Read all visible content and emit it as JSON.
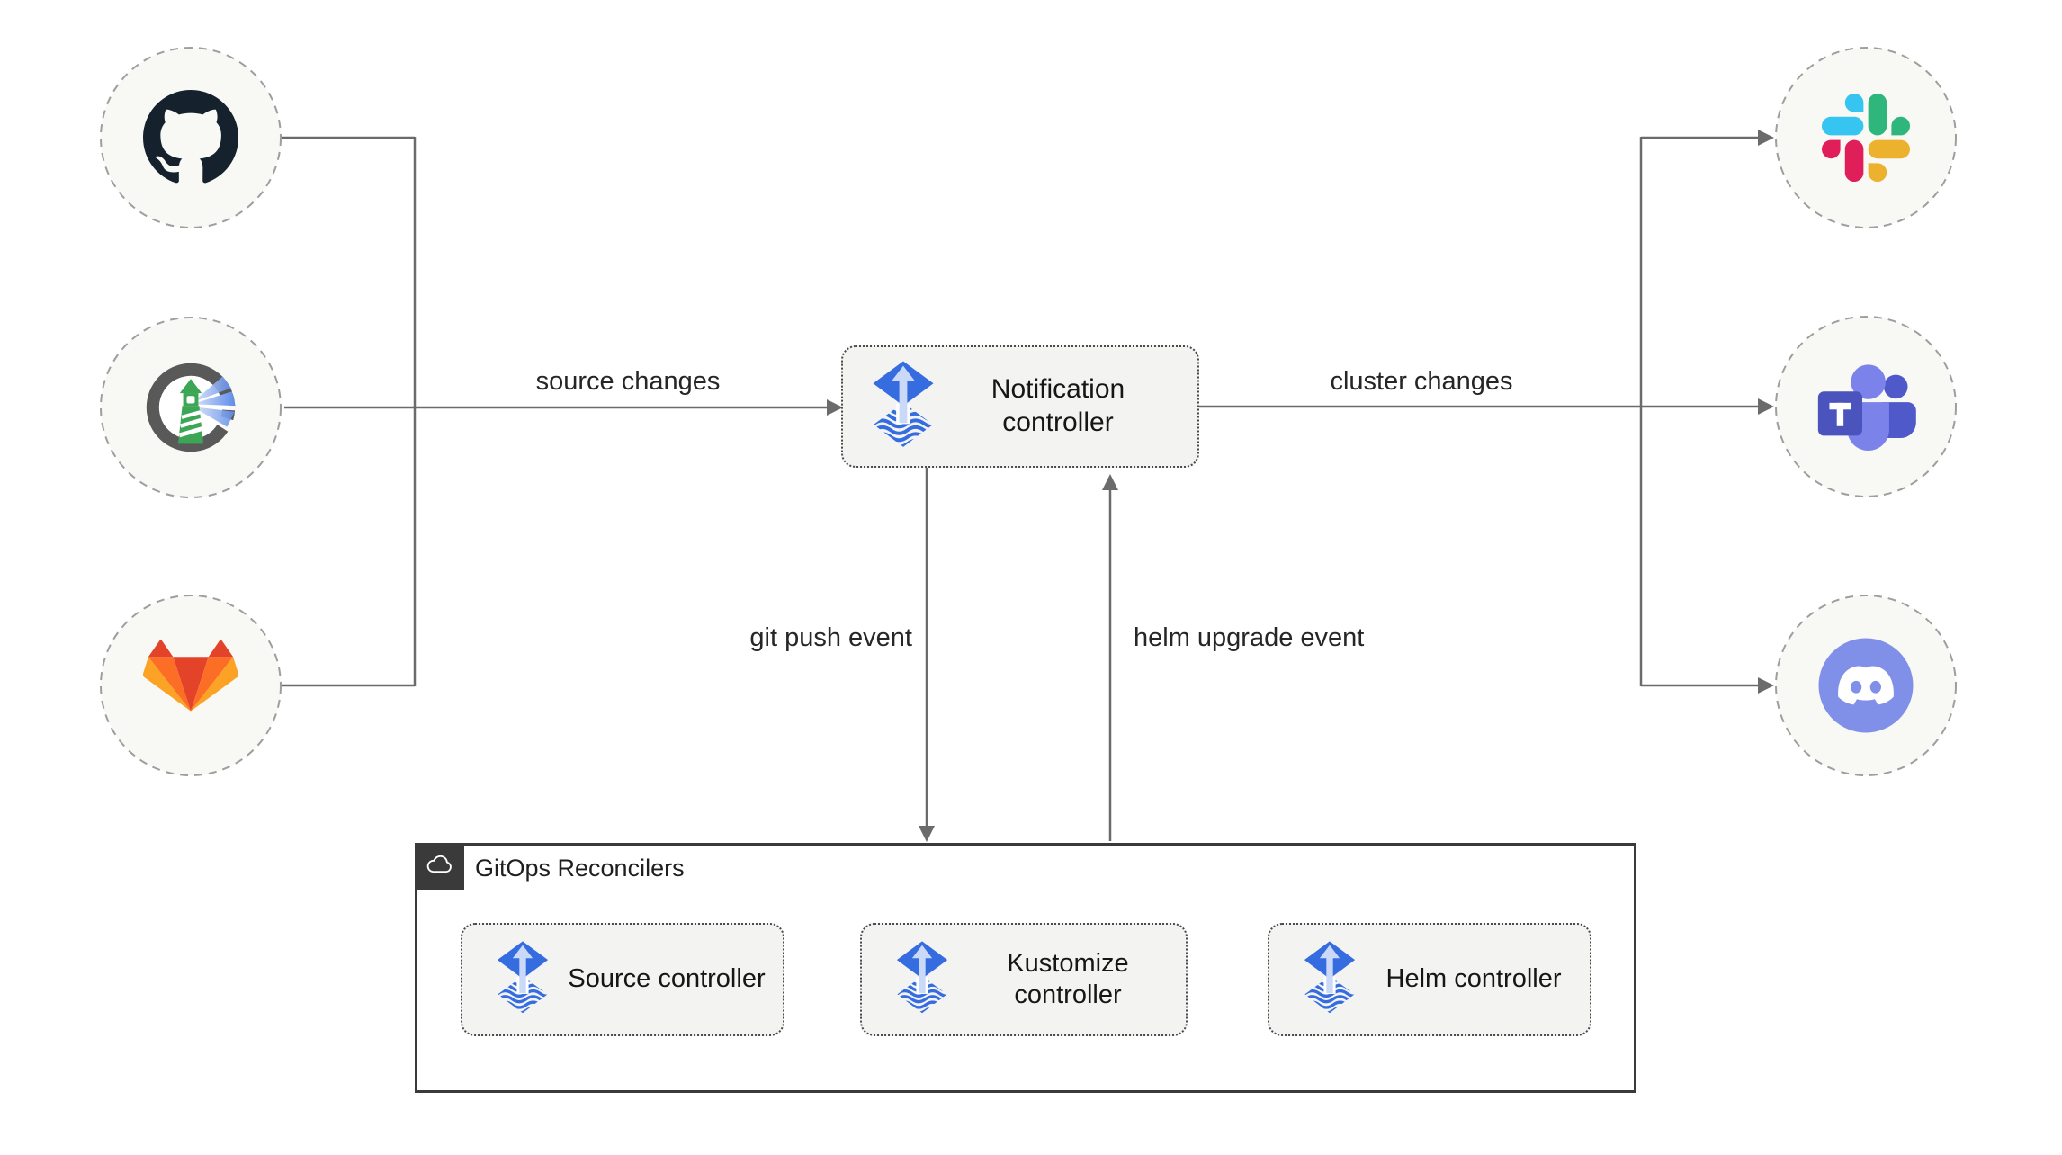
{
  "edge_labels": {
    "source_changes": "source changes",
    "cluster_changes": "cluster changes",
    "git_push_event": "git push event",
    "helm_upgrade_event": "helm upgrade event"
  },
  "notification_controller": {
    "label": "Notification controller",
    "icon": "flux-icon"
  },
  "sources": [
    {
      "icon": "github-icon"
    },
    {
      "icon": "harbor-icon"
    },
    {
      "icon": "gitlab-icon"
    }
  ],
  "alert_providers": [
    {
      "icon": "slack-icon"
    },
    {
      "icon": "teams-icon"
    },
    {
      "icon": "discord-icon"
    }
  ],
  "reconcilers": {
    "title": "GitOps Reconcilers",
    "badge_icon": "cloud-icon",
    "items": [
      {
        "label": "Source controller",
        "icon": "flux-icon"
      },
      {
        "label": "Kustomize controller",
        "icon": "flux-icon"
      },
      {
        "label": "Helm controller",
        "icon": "flux-icon"
      }
    ]
  },
  "colors": {
    "line": "#6b6b6b",
    "node_fill": "#f8f8f5",
    "node_border": "#9e9e9e",
    "box_fill": "#f3f3f2",
    "box_border": "#4a4a4a",
    "container_border": "#3a3a3a",
    "badge_bg": "#3a3a3a",
    "flux_blue": "#356ce0",
    "flux_arrow_light": "#c9d9f7",
    "slack": [
      "#36c5f0",
      "#2eb67d",
      "#ecb22e",
      "#e01e5a"
    ],
    "gitlab": [
      "#e24329",
      "#fc6d26",
      "#fca326"
    ],
    "teams": [
      "#4b53bc",
      "#7b83eb",
      "#5059c9"
    ],
    "discord": "#8090e8",
    "github": "#15222d",
    "harbor_green": "#3da654",
    "harbor_ring": "#595959",
    "text": "#161616"
  }
}
